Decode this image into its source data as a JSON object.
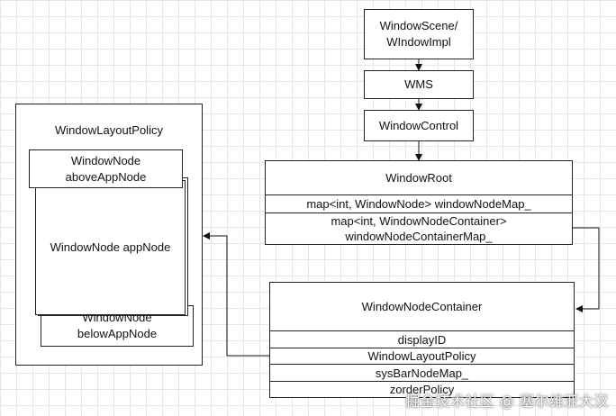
{
  "pipeline": {
    "scene": "WindowScene/\nWIndowImpl",
    "wms": "WMS",
    "control": "WindowControl"
  },
  "root": {
    "title": "WindowRoot",
    "fields": [
      "map<int, WindowNode> windowNodeMap_",
      "map<int, WindowNodeContainer>\nwindowNodeContainerMap_"
    ]
  },
  "container": {
    "title": "WindowNodeContainer",
    "fields": [
      "displayID",
      "WindowLayoutPolicy",
      "sysBarNodeMap_",
      "zorderPolicy"
    ]
  },
  "policy": {
    "title": "WindowLayoutPolicy",
    "above": "WindowNode\naboveAppNode",
    "app": "WindowNode appNode",
    "below": "WindowNode\nbelowAppNode"
  },
  "watermark": "掘金技术社区 @ 塞尔维亚大汉"
}
